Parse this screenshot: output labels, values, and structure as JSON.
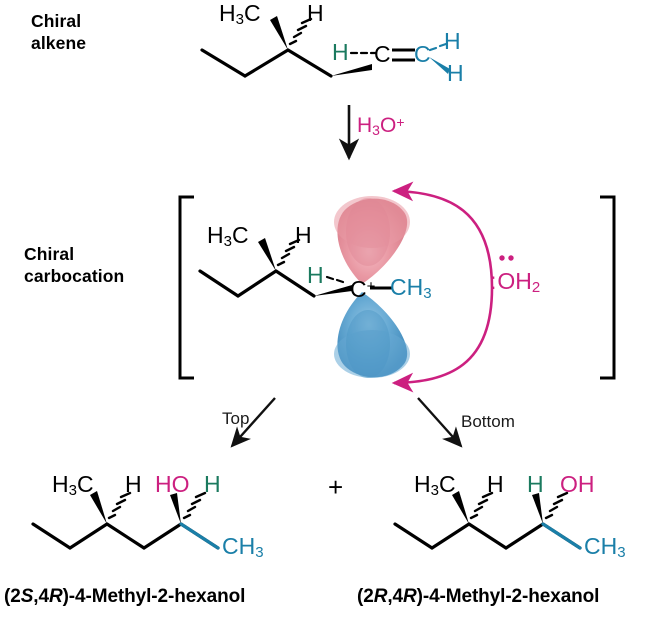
{
  "figure": {
    "title": "Acid-catalyzed hydration of a chiral alkene via a chiral carbocation",
    "background": "#ffffff",
    "colors": {
      "black": "#000000",
      "teal": "#1b7a5f",
      "blue": "#1a7fa8",
      "magenta": "#cc2080",
      "lobe_top_pink": "#e8919d",
      "lobe_bottom_blue": "#5ba3d0"
    }
  },
  "rows": {
    "alkene": {
      "caption_line1": "Chiral",
      "caption_line2": "alkene",
      "labels": {
        "methyl": "H",
        "methyl_sub": "3",
        "methyl_c": "C",
        "stereo_h": "H",
        "vinyl_h_left": "H",
        "carbon_1": "C",
        "carbon_2": "C",
        "terminal_h_top": "H",
        "terminal_h_bottom": "H"
      }
    },
    "reagent_arrow": {
      "reagent": "H",
      "reagent_sub": "3",
      "reagent_o": "O",
      "reagent_charge": "+"
    },
    "carbocation": {
      "caption_line1": "Chiral",
      "caption_line2": "carbocation",
      "labels": {
        "methyl": "H",
        "methyl_sub": "3",
        "methyl_c": "C",
        "stereo_h": "H",
        "cation_h": "H",
        "cation_c": "C",
        "cation_charge": "+",
        "cation_ch3": "CH",
        "cation_ch3_sub": "3"
      },
      "nucleophile": {
        "lone_pair_left": ":",
        "label_o": "O",
        "label_h": "H",
        "label_sub": "2"
      },
      "bracket": "square-brackets"
    },
    "branch_arrows": {
      "left_label": "Top",
      "right_label": "Bottom"
    },
    "products": {
      "separator": "+",
      "left": {
        "name_prefix": "(2",
        "name_s": "S",
        "name_mid": ",4",
        "name_r": "R",
        "name_suffix": ")-4-Methyl-2-hexanol",
        "full_name": "(2S,4R)-4-Methyl-2-hexanol",
        "labels": {
          "methyl": "H",
          "methyl_sub": "3",
          "methyl_c": "C",
          "stereo_h": "H",
          "hydroxyl": "HO",
          "carbinol_h": "H",
          "terminal_ch3": "CH",
          "terminal_ch3_sub": "3"
        },
        "stereo": {
          "hydroxyl_bond": "wedge",
          "carbinol_h_bond": "hash"
        }
      },
      "right": {
        "name_prefix": "(2",
        "name_s": "R",
        "name_mid": ",4",
        "name_r": "R",
        "name_suffix": ")-4-Methyl-2-hexanol",
        "full_name": "(2R,4R)-4-Methyl-2-hexanol",
        "labels": {
          "methyl": "H",
          "methyl_sub": "3",
          "methyl_c": "C",
          "stereo_h": "H",
          "hydroxyl": "OH",
          "carbinol_h": "H",
          "terminal_ch3": "CH",
          "terminal_ch3_sub": "3"
        },
        "stereo": {
          "hydroxyl_bond": "hash",
          "carbinol_h_bond": "wedge"
        }
      }
    }
  }
}
